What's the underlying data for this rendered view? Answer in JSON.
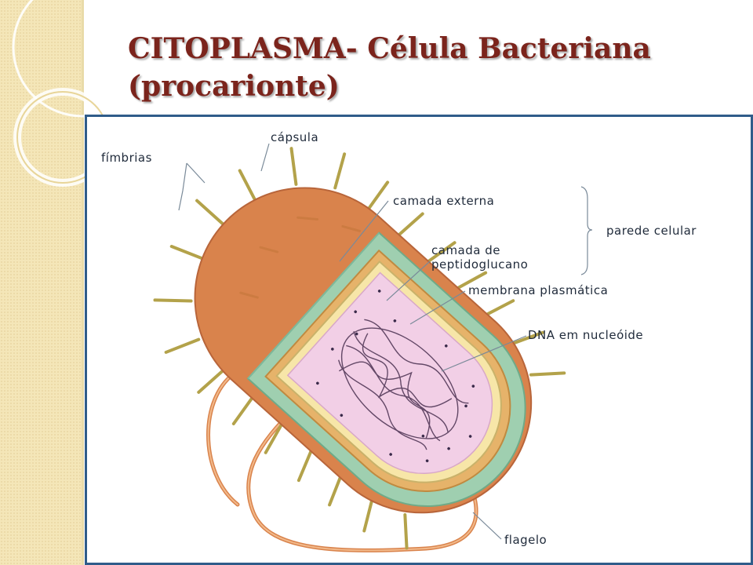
{
  "slide": {
    "title_line1": "CITOPLASMA- Célula Bacteriana",
    "title_line2": "(procarionte)"
  },
  "diagram": {
    "labels": {
      "fimbrias": "fímbrias",
      "capsula": "cápsula",
      "camada_externa": "camada externa",
      "camada_de": "camada de",
      "peptidoglucano": "peptidoglucano",
      "parede_celular": "parede celular",
      "membrana": "membrana plasmática",
      "dna": "DNA em nucleóide",
      "flagelo": "flagelo"
    }
  },
  "colors": {
    "title": "#7b241c",
    "frame_border": "#2f5c8a",
    "capsule": "#d9834c",
    "outer_layer": "#9fcfb0",
    "peptidoglycan": "#e6b36a",
    "membrane": "#f7e6a8",
    "cytoplasm": "#f2cfe6",
    "sidebar": "#f4e6b8"
  }
}
